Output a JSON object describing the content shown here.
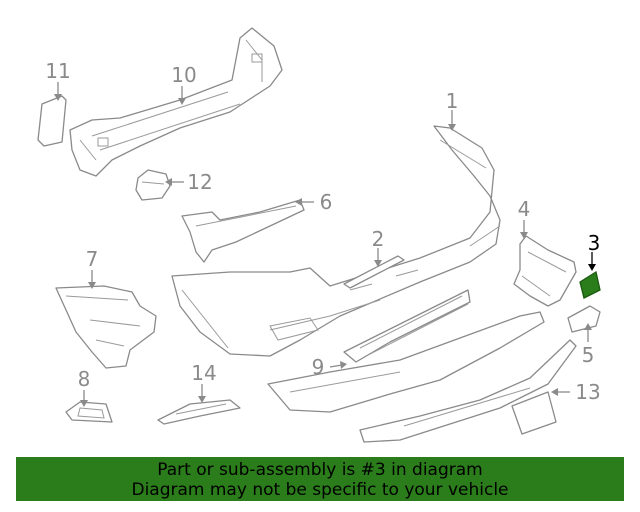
{
  "callouts": {
    "c1": "1",
    "c2": "2",
    "c3": "3",
    "c4": "4",
    "c5": "5",
    "c6": "6",
    "c7": "7",
    "c8": "8",
    "c9": "9",
    "c10": "10",
    "c11": "11",
    "c12": "12",
    "c13": "13",
    "c14": "14"
  },
  "highlighted_part": "3",
  "colors": {
    "highlight_fill": "#2a7d1a",
    "banner_bg": "#2a7d1a",
    "line_art": "#8a8a8a"
  },
  "banner": {
    "line1": "Part or sub-assembly is #3 in diagram",
    "line2": "Diagram may not be specific to your vehicle"
  }
}
